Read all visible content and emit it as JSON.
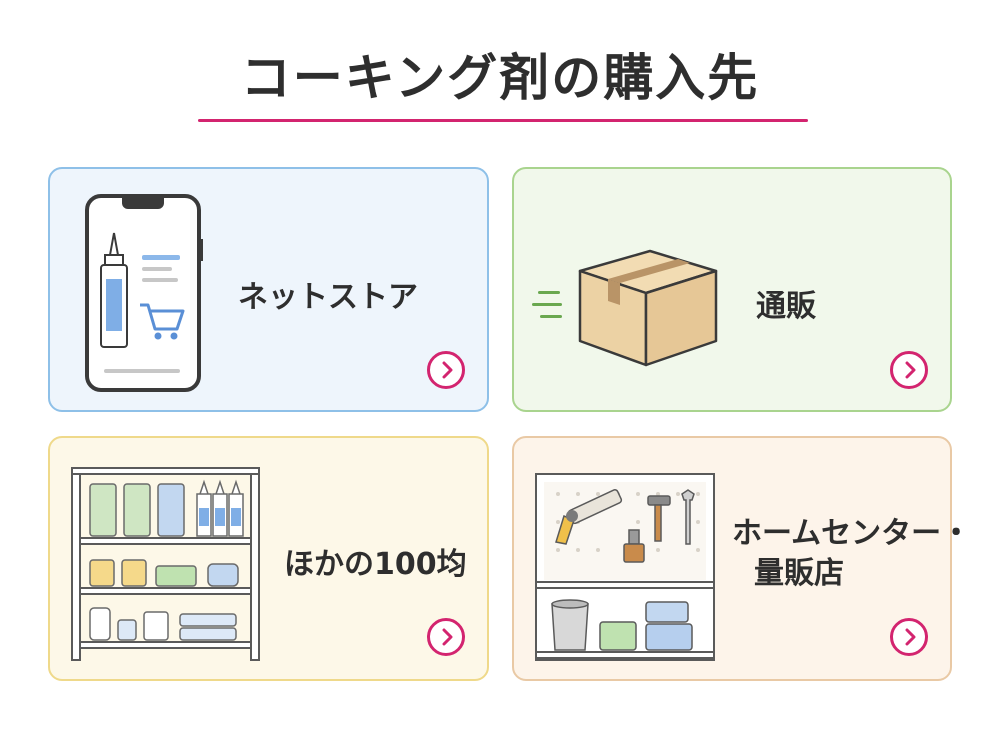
{
  "page": {
    "title": "コーキング剤の購入先"
  },
  "cards": [
    {
      "id": "online",
      "label": "ネットストア",
      "icon": "smartphone-shopping-icon"
    },
    {
      "id": "mail",
      "label": "通販",
      "icon": "cardboard-box-icon"
    },
    {
      "id": "shop100",
      "label": "ほかの100均",
      "icon": "store-shelf-icon"
    },
    {
      "id": "home",
      "label_lines": [
        "ホームセンター・",
        "量販店"
      ],
      "icon": "tool-pegboard-icon"
    }
  ],
  "colors": {
    "accent": "#d3246f",
    "online_bg": "#eef5fc",
    "online_border": "#8ec0e8",
    "mail_bg": "#f1f8eb",
    "mail_border": "#a9d48e",
    "shop100_bg": "#fdf8e8",
    "shop100_border": "#efd98a",
    "home_bg": "#fdf4ea",
    "home_border": "#e9c9a5"
  }
}
